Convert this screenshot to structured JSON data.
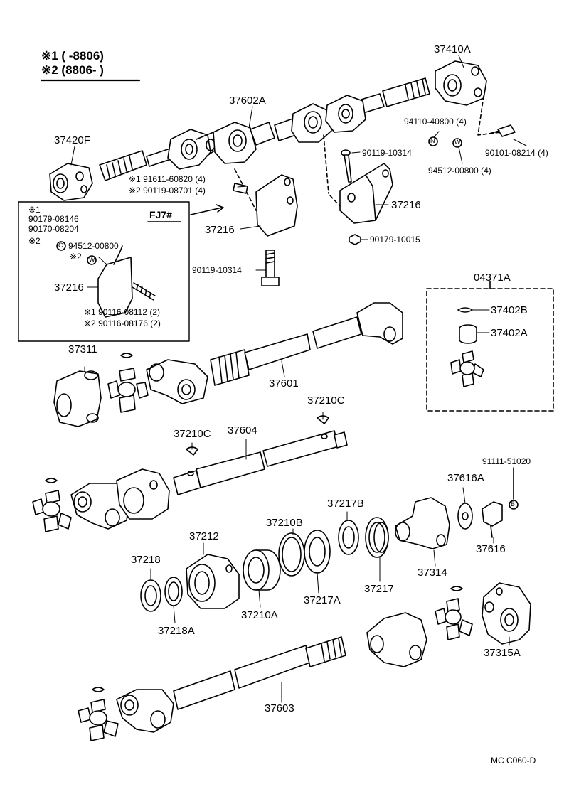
{
  "legend": {
    "line1": "※1 (      -8806)",
    "line2": "※2 (8806-      )"
  },
  "labels": {
    "p37410A": "37410A",
    "p37602A": "37602A",
    "p94110": "94110-40800 (4)",
    "p37420F": "37420F",
    "p90119a": "90119-10314",
    "p90101": "90101-08214 (4)",
    "p94512a": "94512-00800 (4)",
    "p91611": "※1 91611-60820 (4)",
    "p90119b": "※2 90119-08701 (4)",
    "p37216a": "37216",
    "p37216b": "37216",
    "p90179a": "90179-10015",
    "p90119c": "90119-10314",
    "p04371A": "04371A",
    "p37402B": "37402B",
    "p37402A": "37402A",
    "p37311": "37311",
    "p37601": "37601",
    "p37210Ca": "37210C",
    "p37210Cb": "37210C",
    "p37604": "37604",
    "p91111": "91111-51020",
    "p37616A": "37616A",
    "p37217B": "37217B",
    "p37210B": "37210B",
    "p37212": "37212",
    "p37218": "37218",
    "p37616": "37616",
    "p37314": "37314",
    "p37217": "37217",
    "p37217A": "37217A",
    "p37210A": "37210A",
    "p37218A": "37218A",
    "p37315A": "37315A",
    "p37603": "37603",
    "code": "MC  C060-D"
  },
  "inset": {
    "star1": "※1",
    "p90179": "90179-08146",
    "p90170": "90170-08204",
    "star2": "※2",
    "title": "FJ7#",
    "p94512": "94512-00800",
    "star2b": "※2",
    "p37216": "37216",
    "p90116a": "※1 90116-08112 (2)",
    "p90116b": "※2 90116-08176 (2)"
  },
  "markers": {
    "n": "N",
    "w": "W",
    "b": "B",
    "c": "C"
  }
}
